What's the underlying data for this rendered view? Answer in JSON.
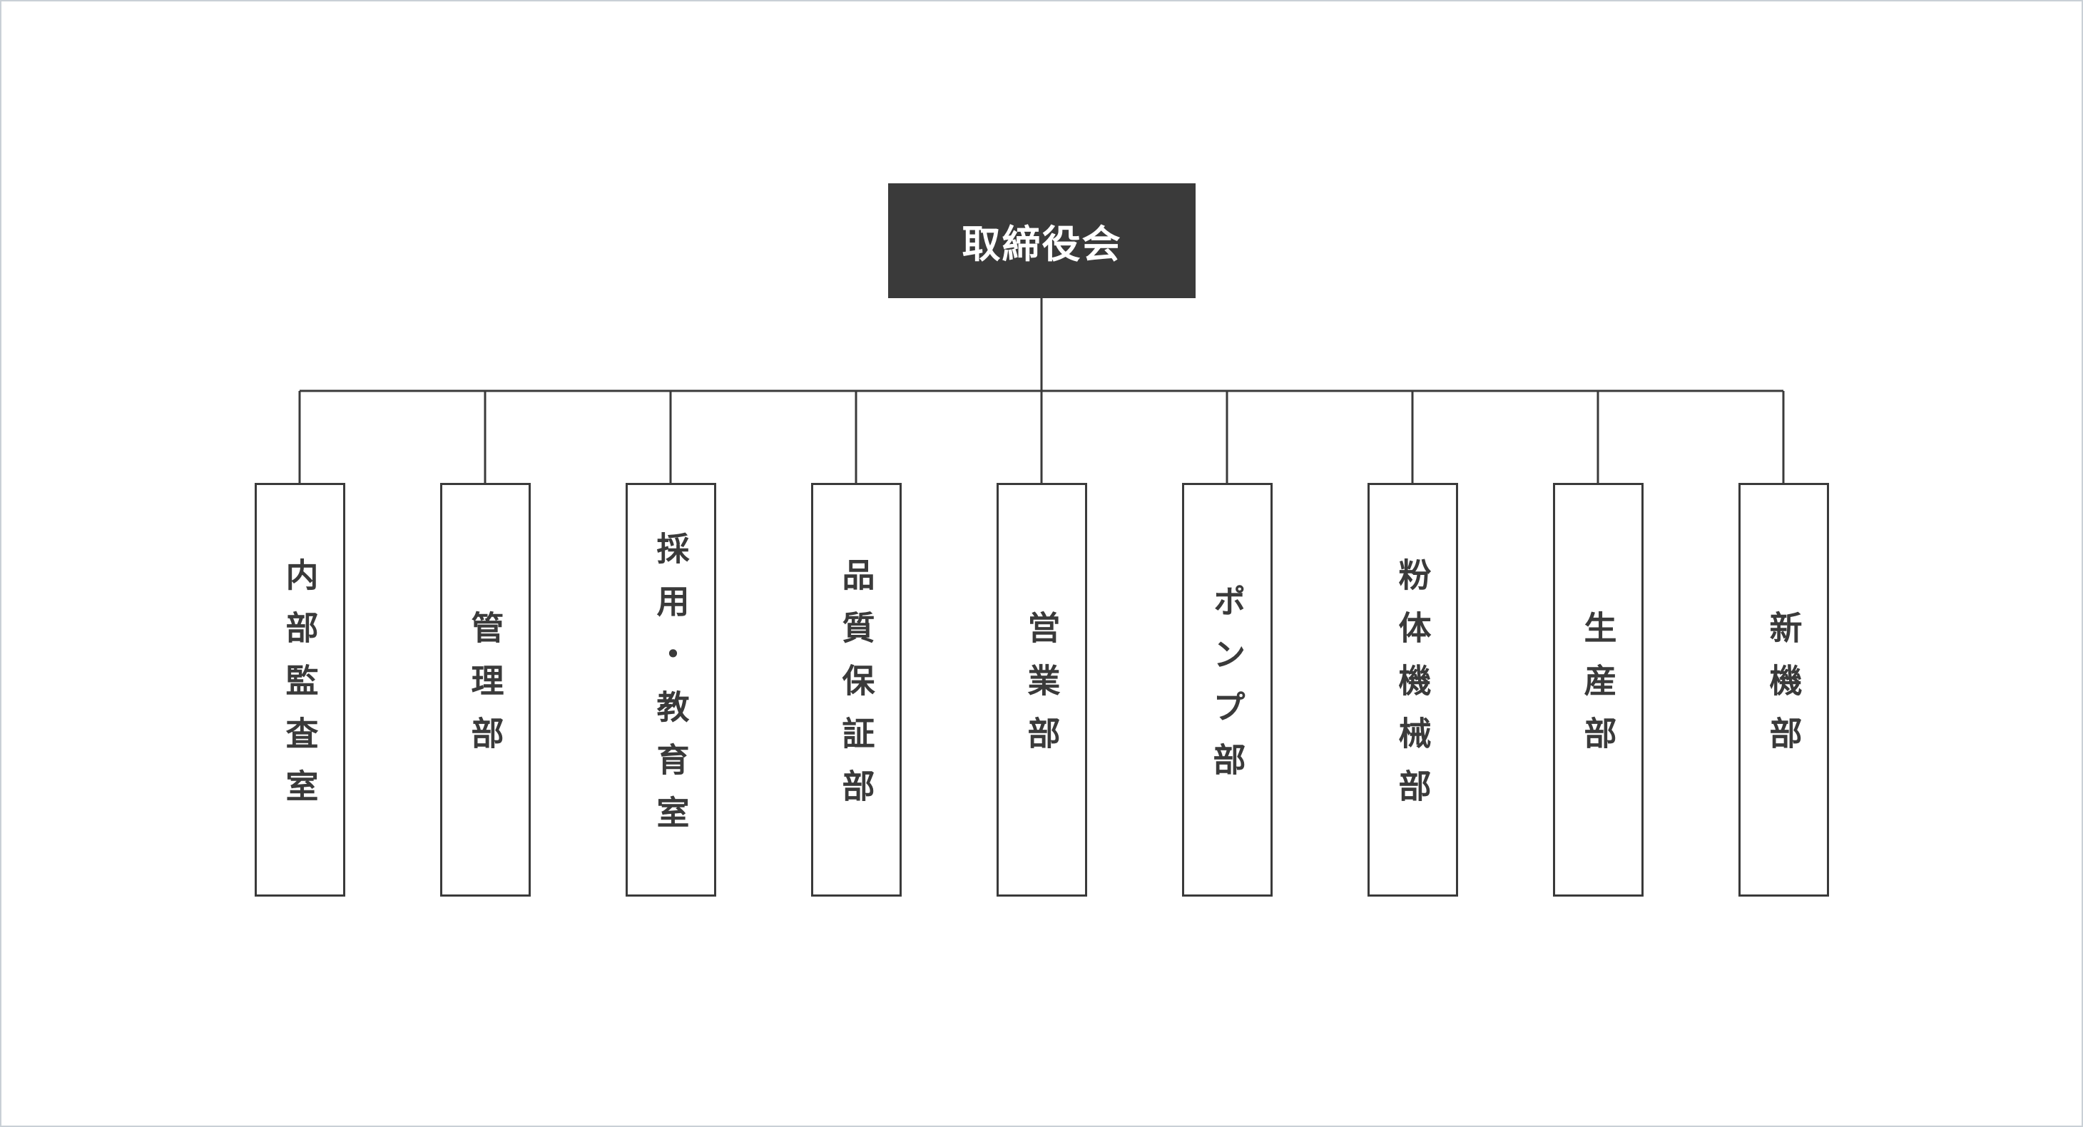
{
  "diagram": {
    "root": {
      "label": "取締役会"
    },
    "departments": [
      {
        "label": "内部監査室"
      },
      {
        "label": "管理部"
      },
      {
        "label": "採用・教育室"
      },
      {
        "label": "品質保証部"
      },
      {
        "label": "営業部"
      },
      {
        "label": "ポンプ部"
      },
      {
        "label": "粉体機械部"
      },
      {
        "label": "生産部"
      },
      {
        "label": "新機部"
      }
    ]
  },
  "colors": {
    "line": "#3a3a3a",
    "root_fill": "#3a3a3a",
    "root_text": "#ffffff",
    "frame_border": "#c9d0d6"
  }
}
